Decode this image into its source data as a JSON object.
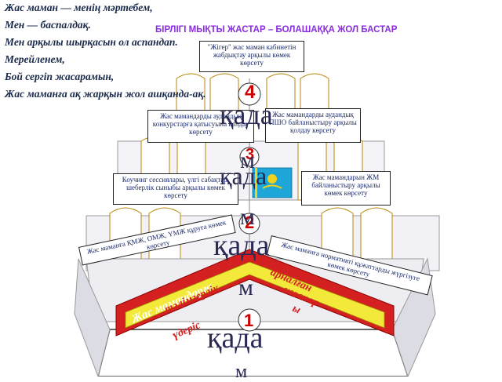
{
  "poem": {
    "lines": [
      "Жас маман —  менің мәртебем,",
      "Мен —  баспалдақ.",
      "Мен арқылы  шырқасын ол аспандап.",
      "Мерейленем,",
      "Бой сергіп жасарамын,",
      "Жас  маманға  ақ  жарқын жол ашқанда-ақ."
    ]
  },
  "slogan": "БІРЛІГІ МЫҚТЫ ЖАСТАР – БОЛАШАҚҚА ЖОЛ БАСТАР",
  "boxes": {
    "top": "\"Жігер\" жас маман кабинетін жабдықтау арқылы көмек көрсету",
    "left_upper": "Жас мамандарды аудандық конкурстарға қатысуына қолдау көрсету",
    "right_upper": "Жас мамандарды аудандық ПШО байланыстыру арқылы қолдау көрсету",
    "left_middle": "Коучинг сессиялары, үлгі сабақтар, шеберлік сыныбы арқылы көмек көрсету",
    "right_middle": "Жас мамандарын ЖМ  байланыстыру арқылы көмек көрсету",
    "left_lower": "Жас маманға  ҚМЖ, ОМЖ, ҮМЖ құруға көмек көрсету",
    "right_lower": "Жас маманға нормативті құжаттарды жүргізуге көмек көрсету"
  },
  "steps": [
    {
      "number": "1",
      "label": "қада",
      "label_tail": "м"
    },
    {
      "number": "2",
      "label": "қада",
      "label_tail": "м"
    },
    {
      "number": "3",
      "label": "қада",
      "label_tail": "м"
    },
    {
      "number": "4",
      "label": "қада",
      "label_tail": "м"
    }
  ],
  "base_band": {
    "left_text": "Жас мамандарға",
    "right_text": "арналған",
    "left_sub": "тәлімгерлік",
    "left_sub2": "үдеріс",
    "right_sub": "жоспар",
    "right_sub2": "ы"
  },
  "colors": {
    "poem": "#1a2a4a",
    "slogan": "#8a2be2",
    "band_red": "#d42020",
    "band_yellow": "#f3e93a",
    "flag": "#1fa6d8",
    "num4": "#cc0000",
    "num3": "#cc0000",
    "num2": "#cc0000",
    "num1": "#cc0000"
  }
}
